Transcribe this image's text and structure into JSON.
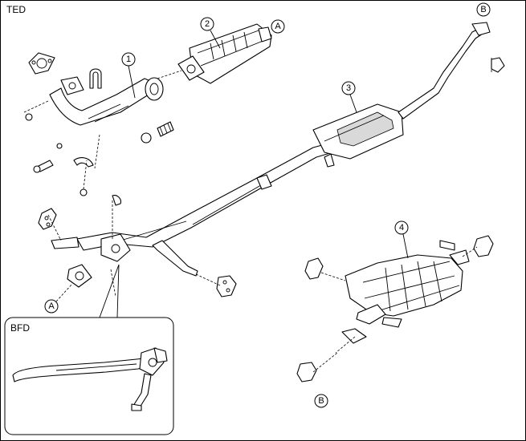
{
  "variant_top": "TED",
  "variant_inset": "BFD",
  "callouts": {
    "part1": "1",
    "part2": "2",
    "part3": "3",
    "part4": "4",
    "refA_top": "A",
    "refA_bottom": "A",
    "refB_top": "B",
    "refB_bottom": "B"
  }
}
